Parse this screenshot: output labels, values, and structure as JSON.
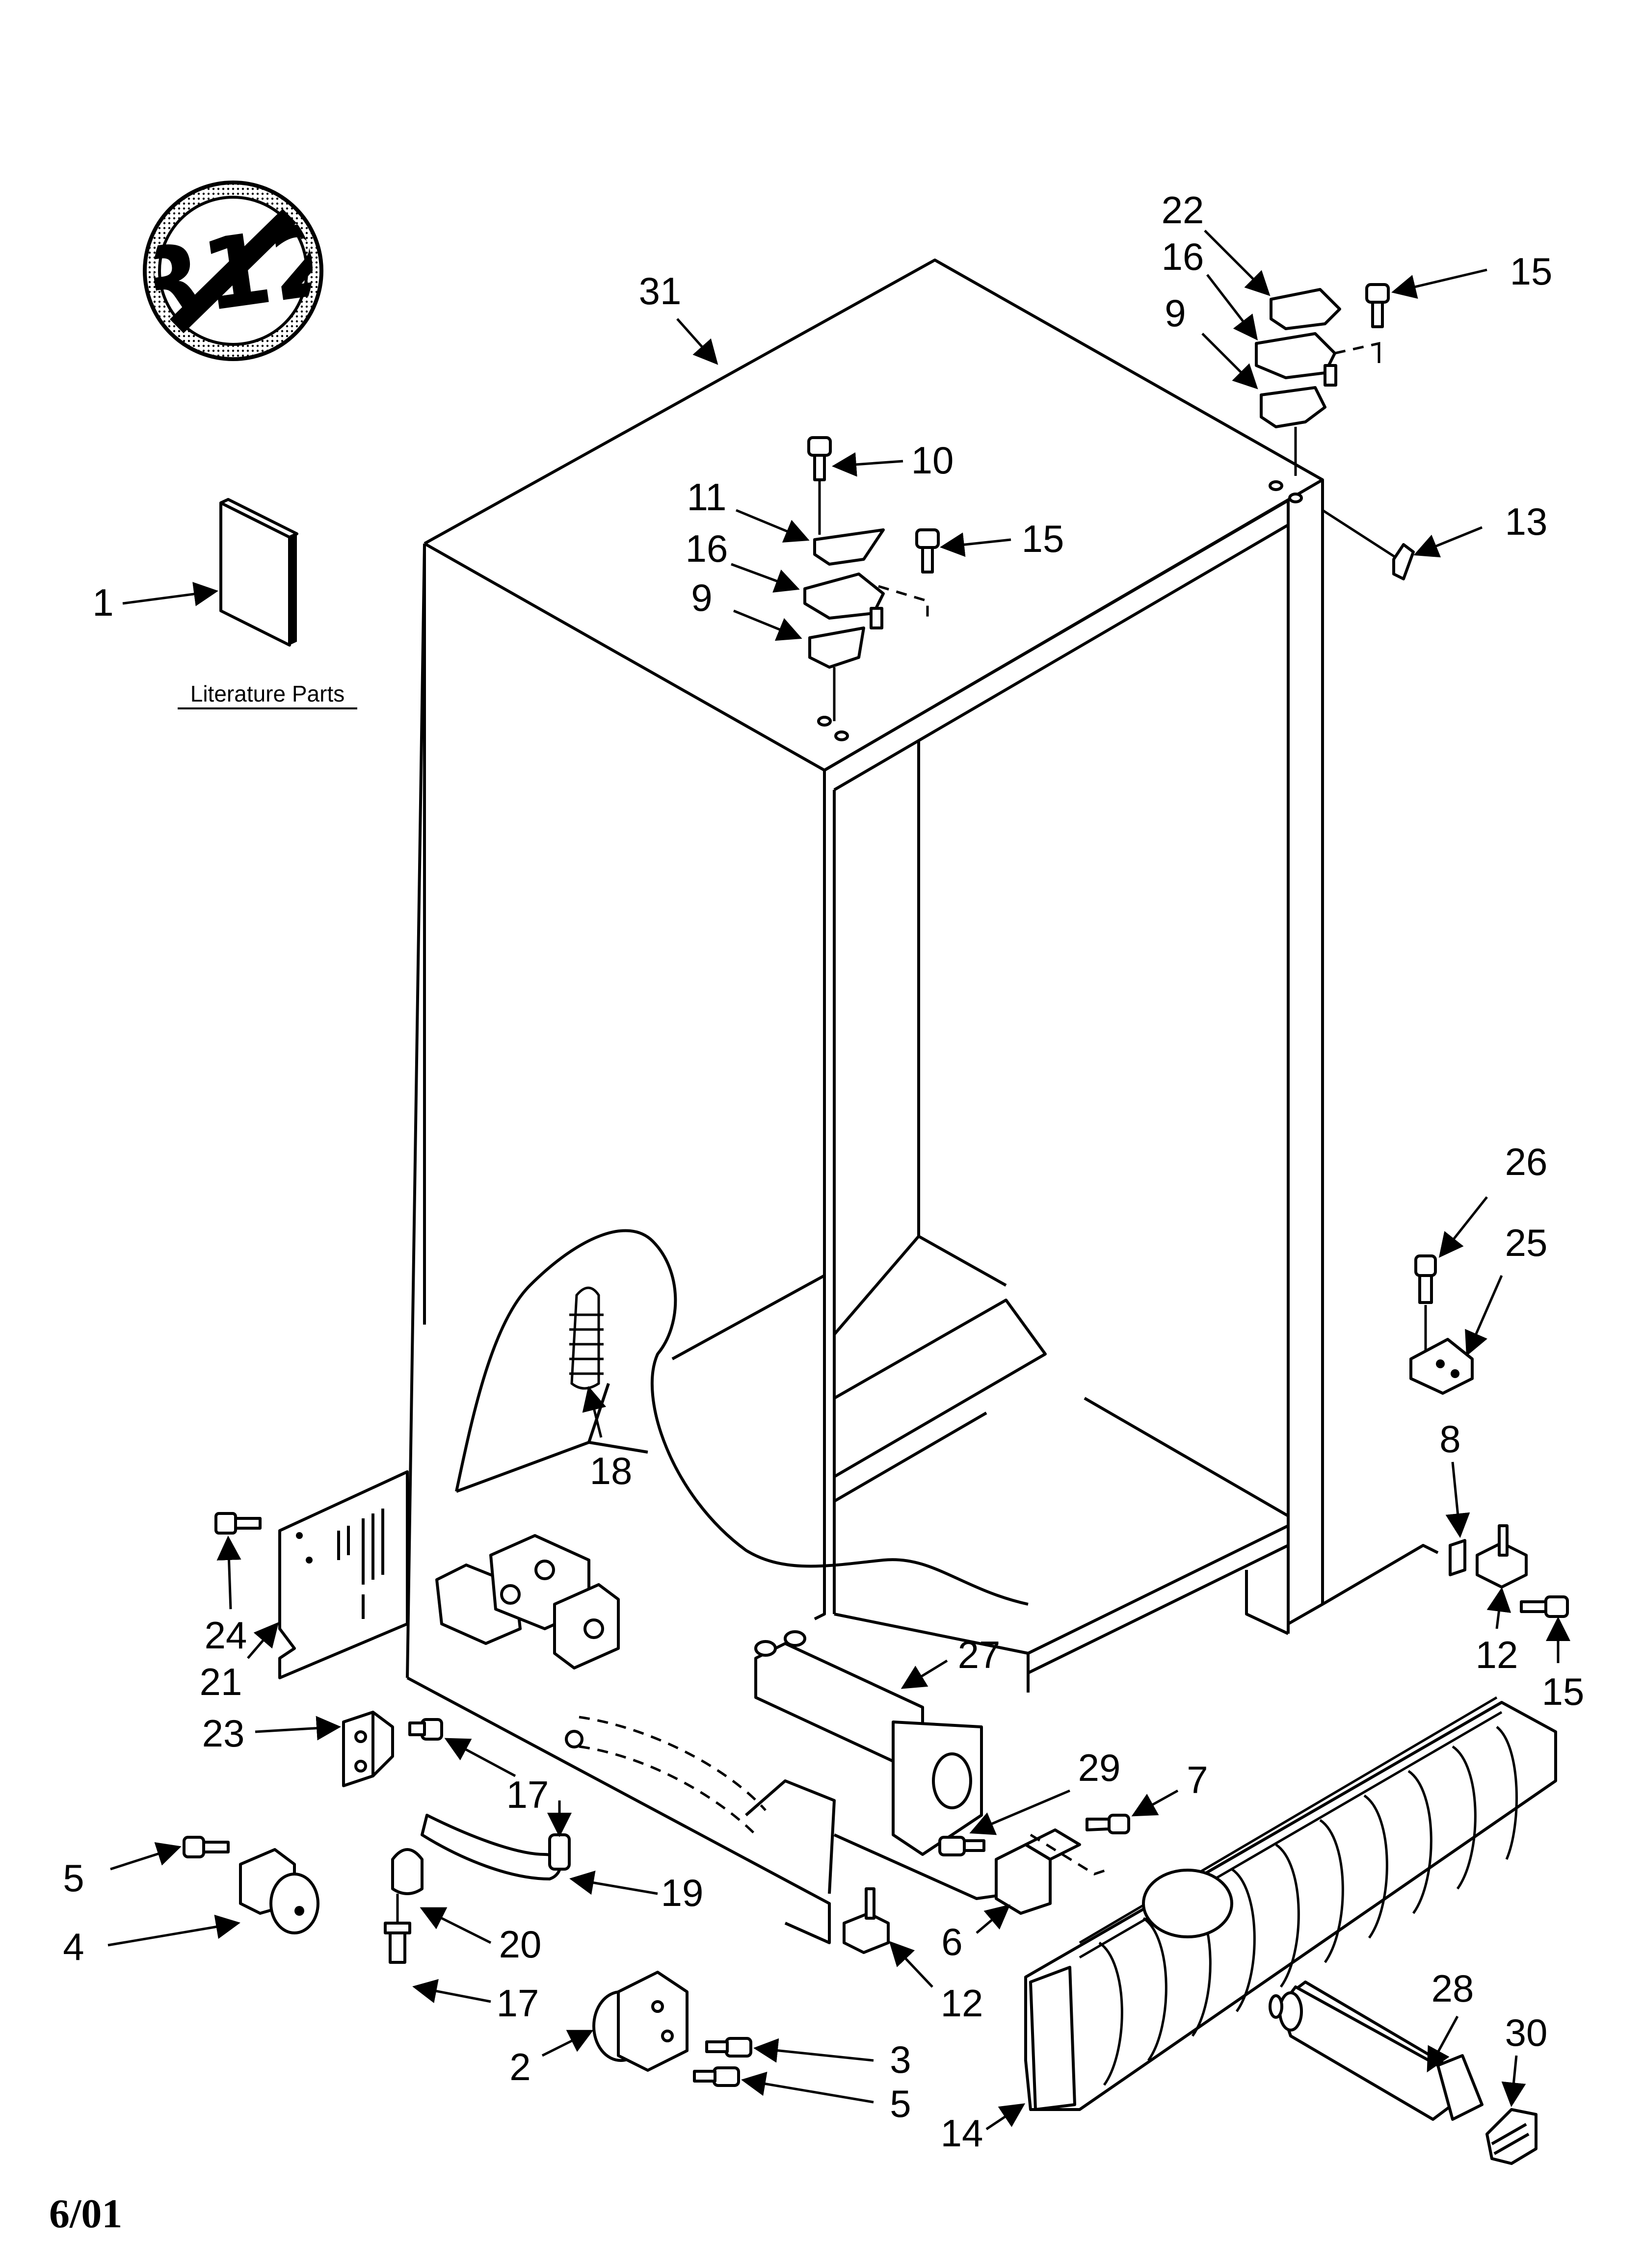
{
  "diagram": {
    "date_code": "6/01",
    "literature_caption": "Literature Parts",
    "r12_symbol_text": "R12",
    "callouts": {
      "c1": "1",
      "c2": "2",
      "c3": "3",
      "c4": "4",
      "c5a": "5",
      "c5b": "5",
      "c6": "6",
      "c7": "7",
      "c8": "8",
      "c9a": "9",
      "c9b": "9",
      "c10": "10",
      "c11": "11",
      "c12a": "12",
      "c12b": "12",
      "c13": "13",
      "c14": "14",
      "c15a": "15",
      "c15b": "15",
      "c15c": "15",
      "c16a": "16",
      "c16b": "16",
      "c17a": "17",
      "c17b": "17",
      "c18": "18",
      "c19": "19",
      "c20": "20",
      "c21": "21",
      "c22": "22",
      "c23": "23",
      "c24": "24",
      "c25": "25",
      "c26": "26",
      "c27": "27",
      "c28": "28",
      "c29": "29",
      "c30": "30",
      "c31": "31"
    }
  }
}
